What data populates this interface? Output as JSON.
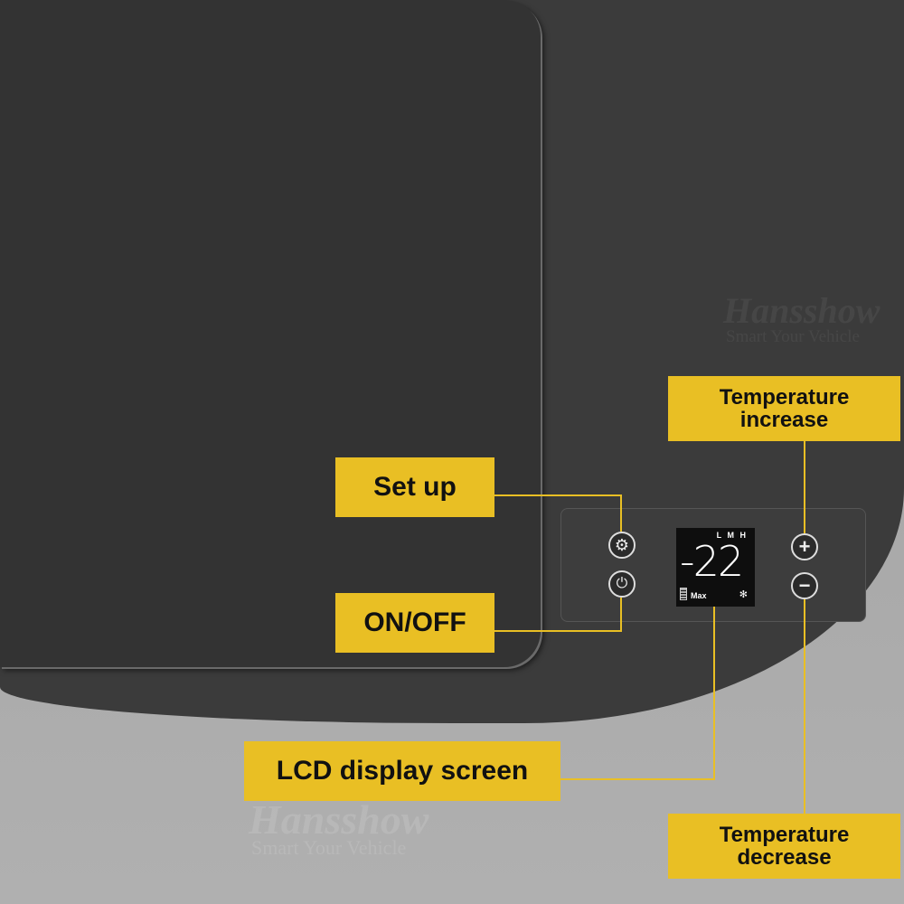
{
  "callouts": {
    "setup": "Set up",
    "onoff": "ON/OFF",
    "lcd": "LCD display screen",
    "temp_increase": "Temperature increase",
    "temp_decrease": "Temperature decrease"
  },
  "display": {
    "fan_levels": "L M H",
    "temperature": "-22",
    "mode": "Max"
  },
  "icons": [
    "gear-icon",
    "power-icon",
    "plus-icon",
    "minus-icon",
    "battery-icon",
    "bluetooth-icon"
  ],
  "watermark": {
    "brand": "Hansshow",
    "tagline": "Smart Your Vehicle"
  },
  "colors": {
    "callout": "#e9bf24",
    "body": "#3b3b3b",
    "lid": "#333333",
    "background": "#a8a8a8"
  }
}
